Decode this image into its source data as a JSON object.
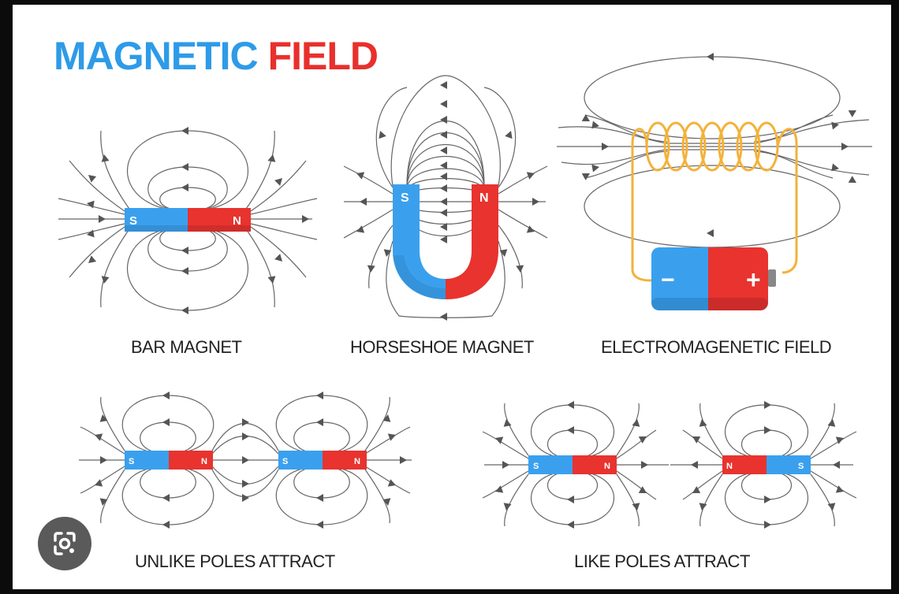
{
  "title": {
    "part1": "MAGNETIC",
    "part2": "FIELD"
  },
  "labels": {
    "bar": "BAR MAGNET",
    "horseshoe": "HORSESHOE MAGNET",
    "electro": "ELECTROMAGENETIC FIELD",
    "unlike": "UNLIKE POLES ATTRACT",
    "like": "LIKE POLES ATTRACT"
  },
  "poles": {
    "south": "S",
    "north": "N"
  },
  "battery": {
    "minus": "−",
    "plus": "+"
  },
  "colors": {
    "south": "#3aa0ee",
    "north": "#e8332f",
    "coil": "#f3b23a",
    "line": "#555555",
    "title_blue": "#2e9be8",
    "title_red": "#e8302c"
  },
  "overlay": {
    "icon": "lens-camera-icon"
  }
}
